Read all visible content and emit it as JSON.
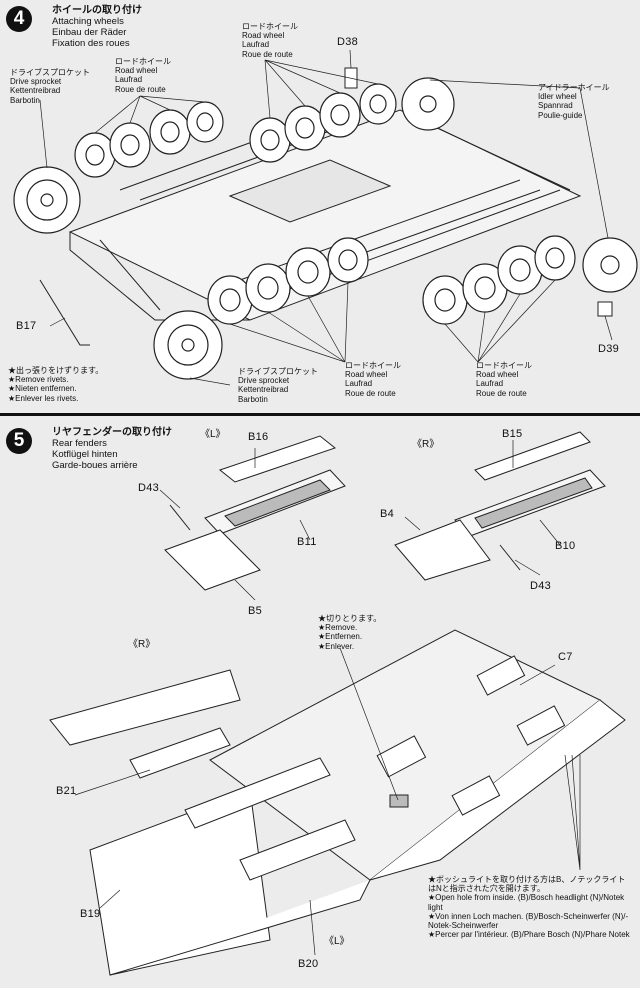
{
  "step4": {
    "number": "4",
    "title_jp": "ホイールの取り付け",
    "title_en": "Attaching wheels",
    "title_de": "Einbau der Räder",
    "title_fr": "Fixation des roues",
    "labels": {
      "drive_sprocket_top": [
        "ドライブスプロケット",
        "Drive sprocket",
        "Kettentreibrad",
        "Barbotin"
      ],
      "road_wheel_top_left": [
        "ロードホイール",
        "Road wheel",
        "Laufrad",
        "Roue de route"
      ],
      "road_wheel_top_mid": [
        "ロードホイール",
        "Road wheel",
        "Laufrad",
        "Roue de route"
      ],
      "idler_wheel": [
        "アイドラーホイール",
        "Idler wheel",
        "Spannrad",
        "Poulie-guide"
      ],
      "drive_sprocket_bottom": [
        "ドライブスプロケット",
        "Drive sprocket",
        "Kettentreibrad",
        "Barbotin"
      ],
      "road_wheel_bottom_mid": [
        "ロードホイール",
        "Road wheel",
        "Laufrad",
        "Roue de route"
      ],
      "road_wheel_bottom_right": [
        "ロードホイール",
        "Road wheel",
        "Laufrad",
        "Roue de route"
      ]
    },
    "parts": {
      "d38": "D38",
      "d39": "D39",
      "b17": "B17"
    },
    "rivet_note": [
      "★出っ張りをけずります。",
      "★Remove rivets.",
      "★Nieten entfernen.",
      "★Enlever les rivets."
    ]
  },
  "step5": {
    "number": "5",
    "title_jp": "リヤフェンダーの取り付け",
    "title_en": "Rear fenders",
    "title_de": "Kotflügel hinten",
    "title_fr": "Garde-boues arrière",
    "side_left": "《L》",
    "side_right": "《R》",
    "side_right_lower": "《R》",
    "side_left_lower": "《L》",
    "parts": {
      "b16": "B16",
      "d43_left": "D43",
      "b11": "B11",
      "b5": "B5",
      "b15": "B15",
      "b4": "B4",
      "b10": "B10",
      "d43_right": "D43",
      "c7": "C7",
      "b21": "B21",
      "b19": "B19",
      "b20": "B20"
    },
    "remove_note": [
      "★切りとります。",
      "★Remove.",
      "★Entfernen.",
      "★Enlever."
    ],
    "headlight_note": [
      "★ボッシュライトを取り付ける方はB、ノテックライト",
      "はNと指示された穴を開けます。",
      "★Open hole from inside. (B)/Bosch headlight (N)/Notek light",
      "★Von innen Loch machen. (B)/Bosch-Scheinwerfer (N)/-Notek-Scheinwerfer",
      "★Percer par l'intérieur. (B)/Phare Bosch (N)/Phare Notek"
    ]
  }
}
